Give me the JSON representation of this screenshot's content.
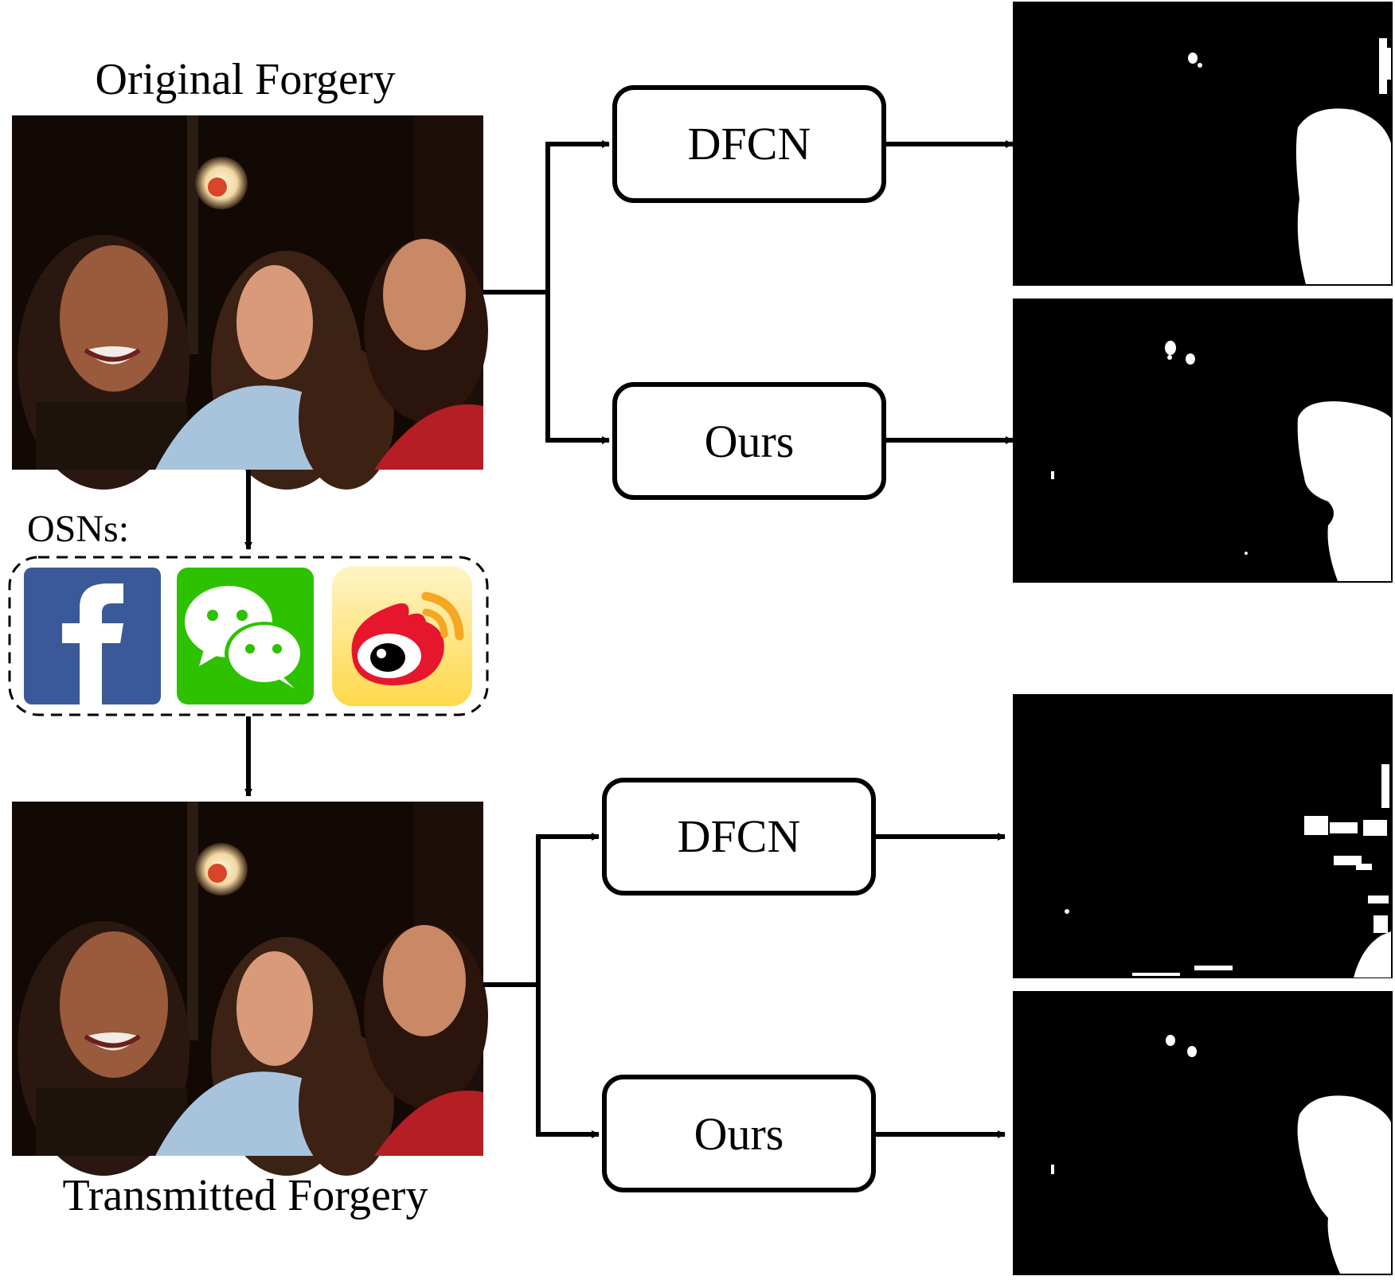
{
  "labels": {
    "original_title": "Original Forgery",
    "transmitted_title": "Transmitted Forgery",
    "osns_label": "OSNs:"
  },
  "top_branch": {
    "upper_box": "DFCN",
    "lower_box": "Ours"
  },
  "bottom_branch": {
    "upper_box": "DFCN",
    "lower_box": "Ours"
  },
  "osn_icons": [
    {
      "name": "facebook-icon",
      "glyph": "f",
      "color": "#3b5998"
    },
    {
      "name": "wechat-icon",
      "color": "#2dc100"
    },
    {
      "name": "weibo-icon",
      "color": "#ffd84a"
    }
  ],
  "colors": {
    "mask_background": "#000000",
    "mask_foreground": "#ffffff",
    "photo_background": "#1a0d08",
    "facebook_blue": "#3b5998",
    "wechat_green": "#2dc100",
    "weibo_red": "#e6162d",
    "weibo_orange": "#f5a623"
  }
}
